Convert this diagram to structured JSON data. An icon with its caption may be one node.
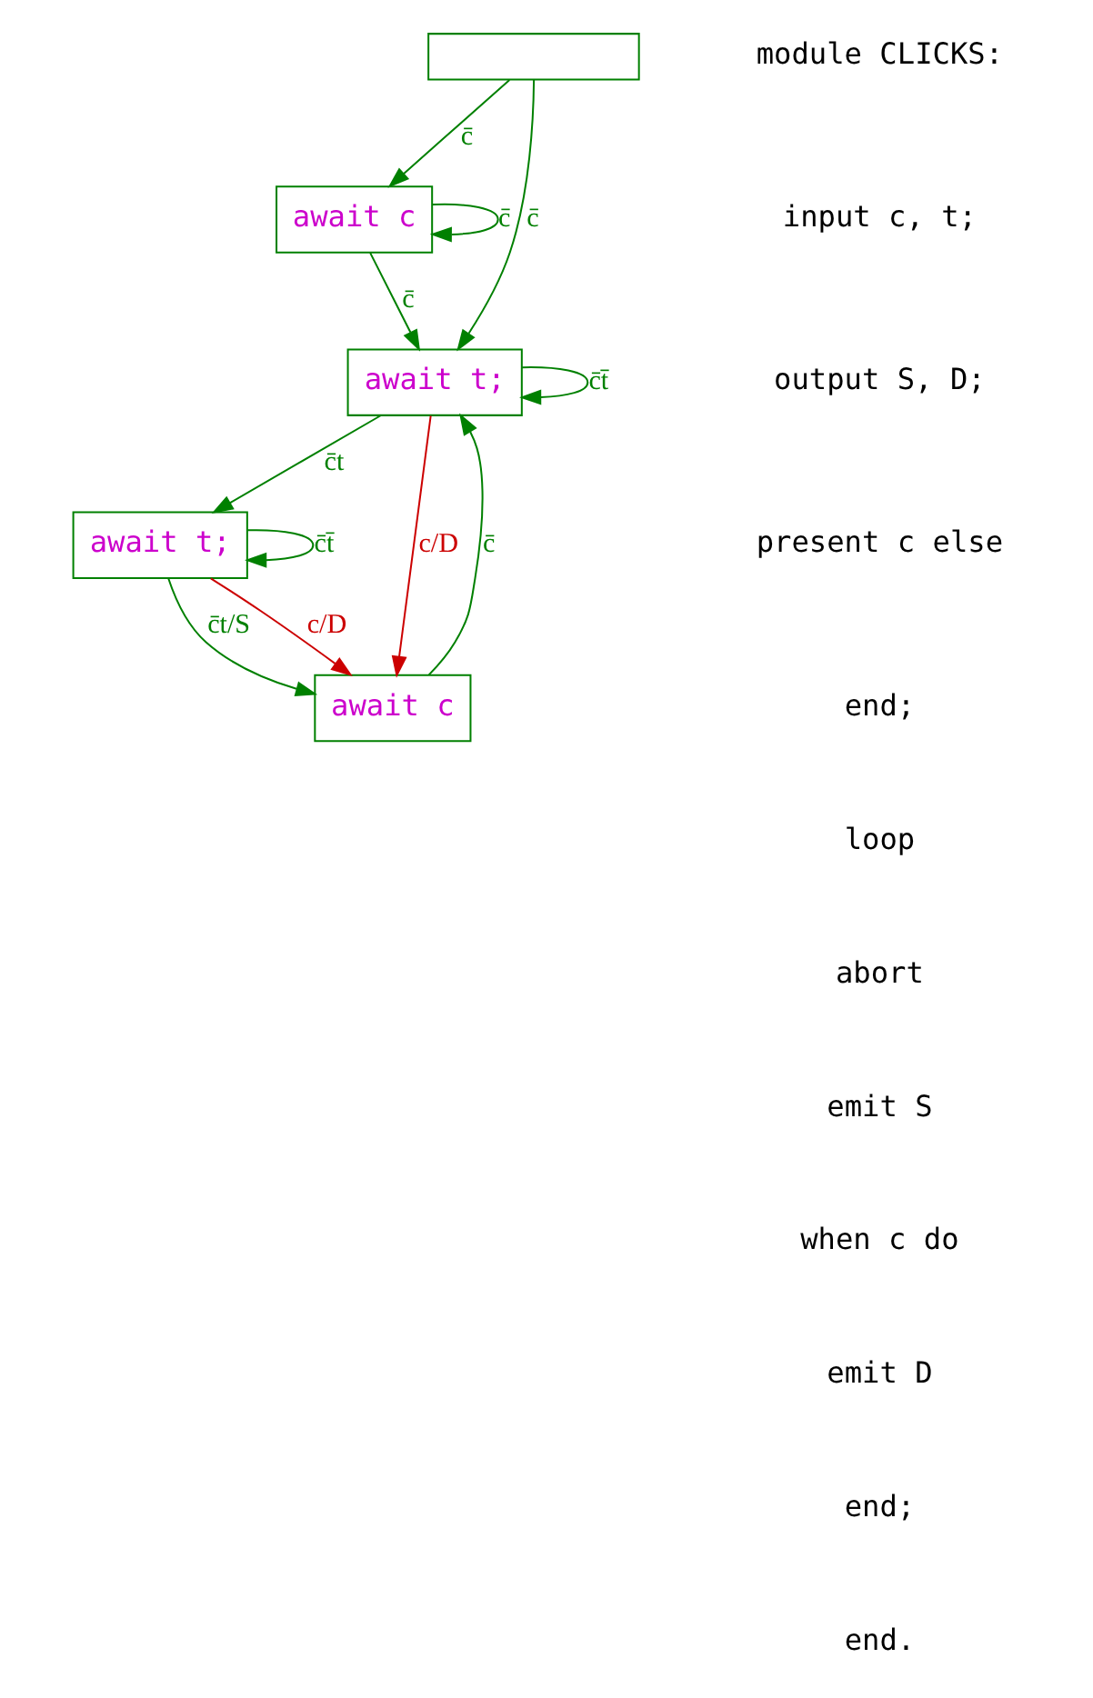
{
  "diagram": {
    "nodes": [
      {
        "text": [],
        "shape": "box"
      },
      {
        "text": [
          "await c"
        ]
      },
      {
        "text": [
          "await t;"
        ]
      },
      {
        "text": [
          "await t;"
        ]
      },
      {
        "text": [
          "await c"
        ]
      }
    ],
    "edges": [
      {
        "from": 0,
        "to": 1,
        "arrow": "to",
        "label": "c̄"
      },
      {
        "from": 0,
        "to": 2,
        "arrow": "to",
        "label": "c̄"
      },
      {
        "from": 1,
        "to": 1,
        "arrow": "to",
        "label": "c̄"
      },
      {
        "from": 1,
        "to": 2,
        "arrow": "to",
        "label": "c̄"
      },
      {
        "from": 2,
        "to": 2,
        "arrow": "to",
        "label": "c̄t̄"
      },
      {
        "from": 2,
        "to": 3,
        "arrow": "to",
        "label": "c̄t"
      },
      {
        "from": 3,
        "to": 3,
        "arrow": "to",
        "label": "c̄t̄"
      },
      {
        "from": 3,
        "to": 4,
        "arrow": "to",
        "label": "c̄t/S"
      },
      {
        "from": 2,
        "to": 4,
        "arrow": "to",
        "label": "c/D",
        "color": "#cc0000"
      },
      {
        "from": 3,
        "to": 4,
        "arrow": "to",
        "label": "c/D",
        "color": "#cc0000"
      },
      {
        "from": 4,
        "to": 2,
        "arrow": "to",
        "label": "c̄"
      }
    ],
    "labels": [
      "module CLICKS:",
      "input c, t;",
      "output S, D;",
      "present c else",
      "end;",
      "loop",
      "abort",
      "emit S",
      "when c do",
      "emit D",
      "end;",
      "end."
    ]
  }
}
